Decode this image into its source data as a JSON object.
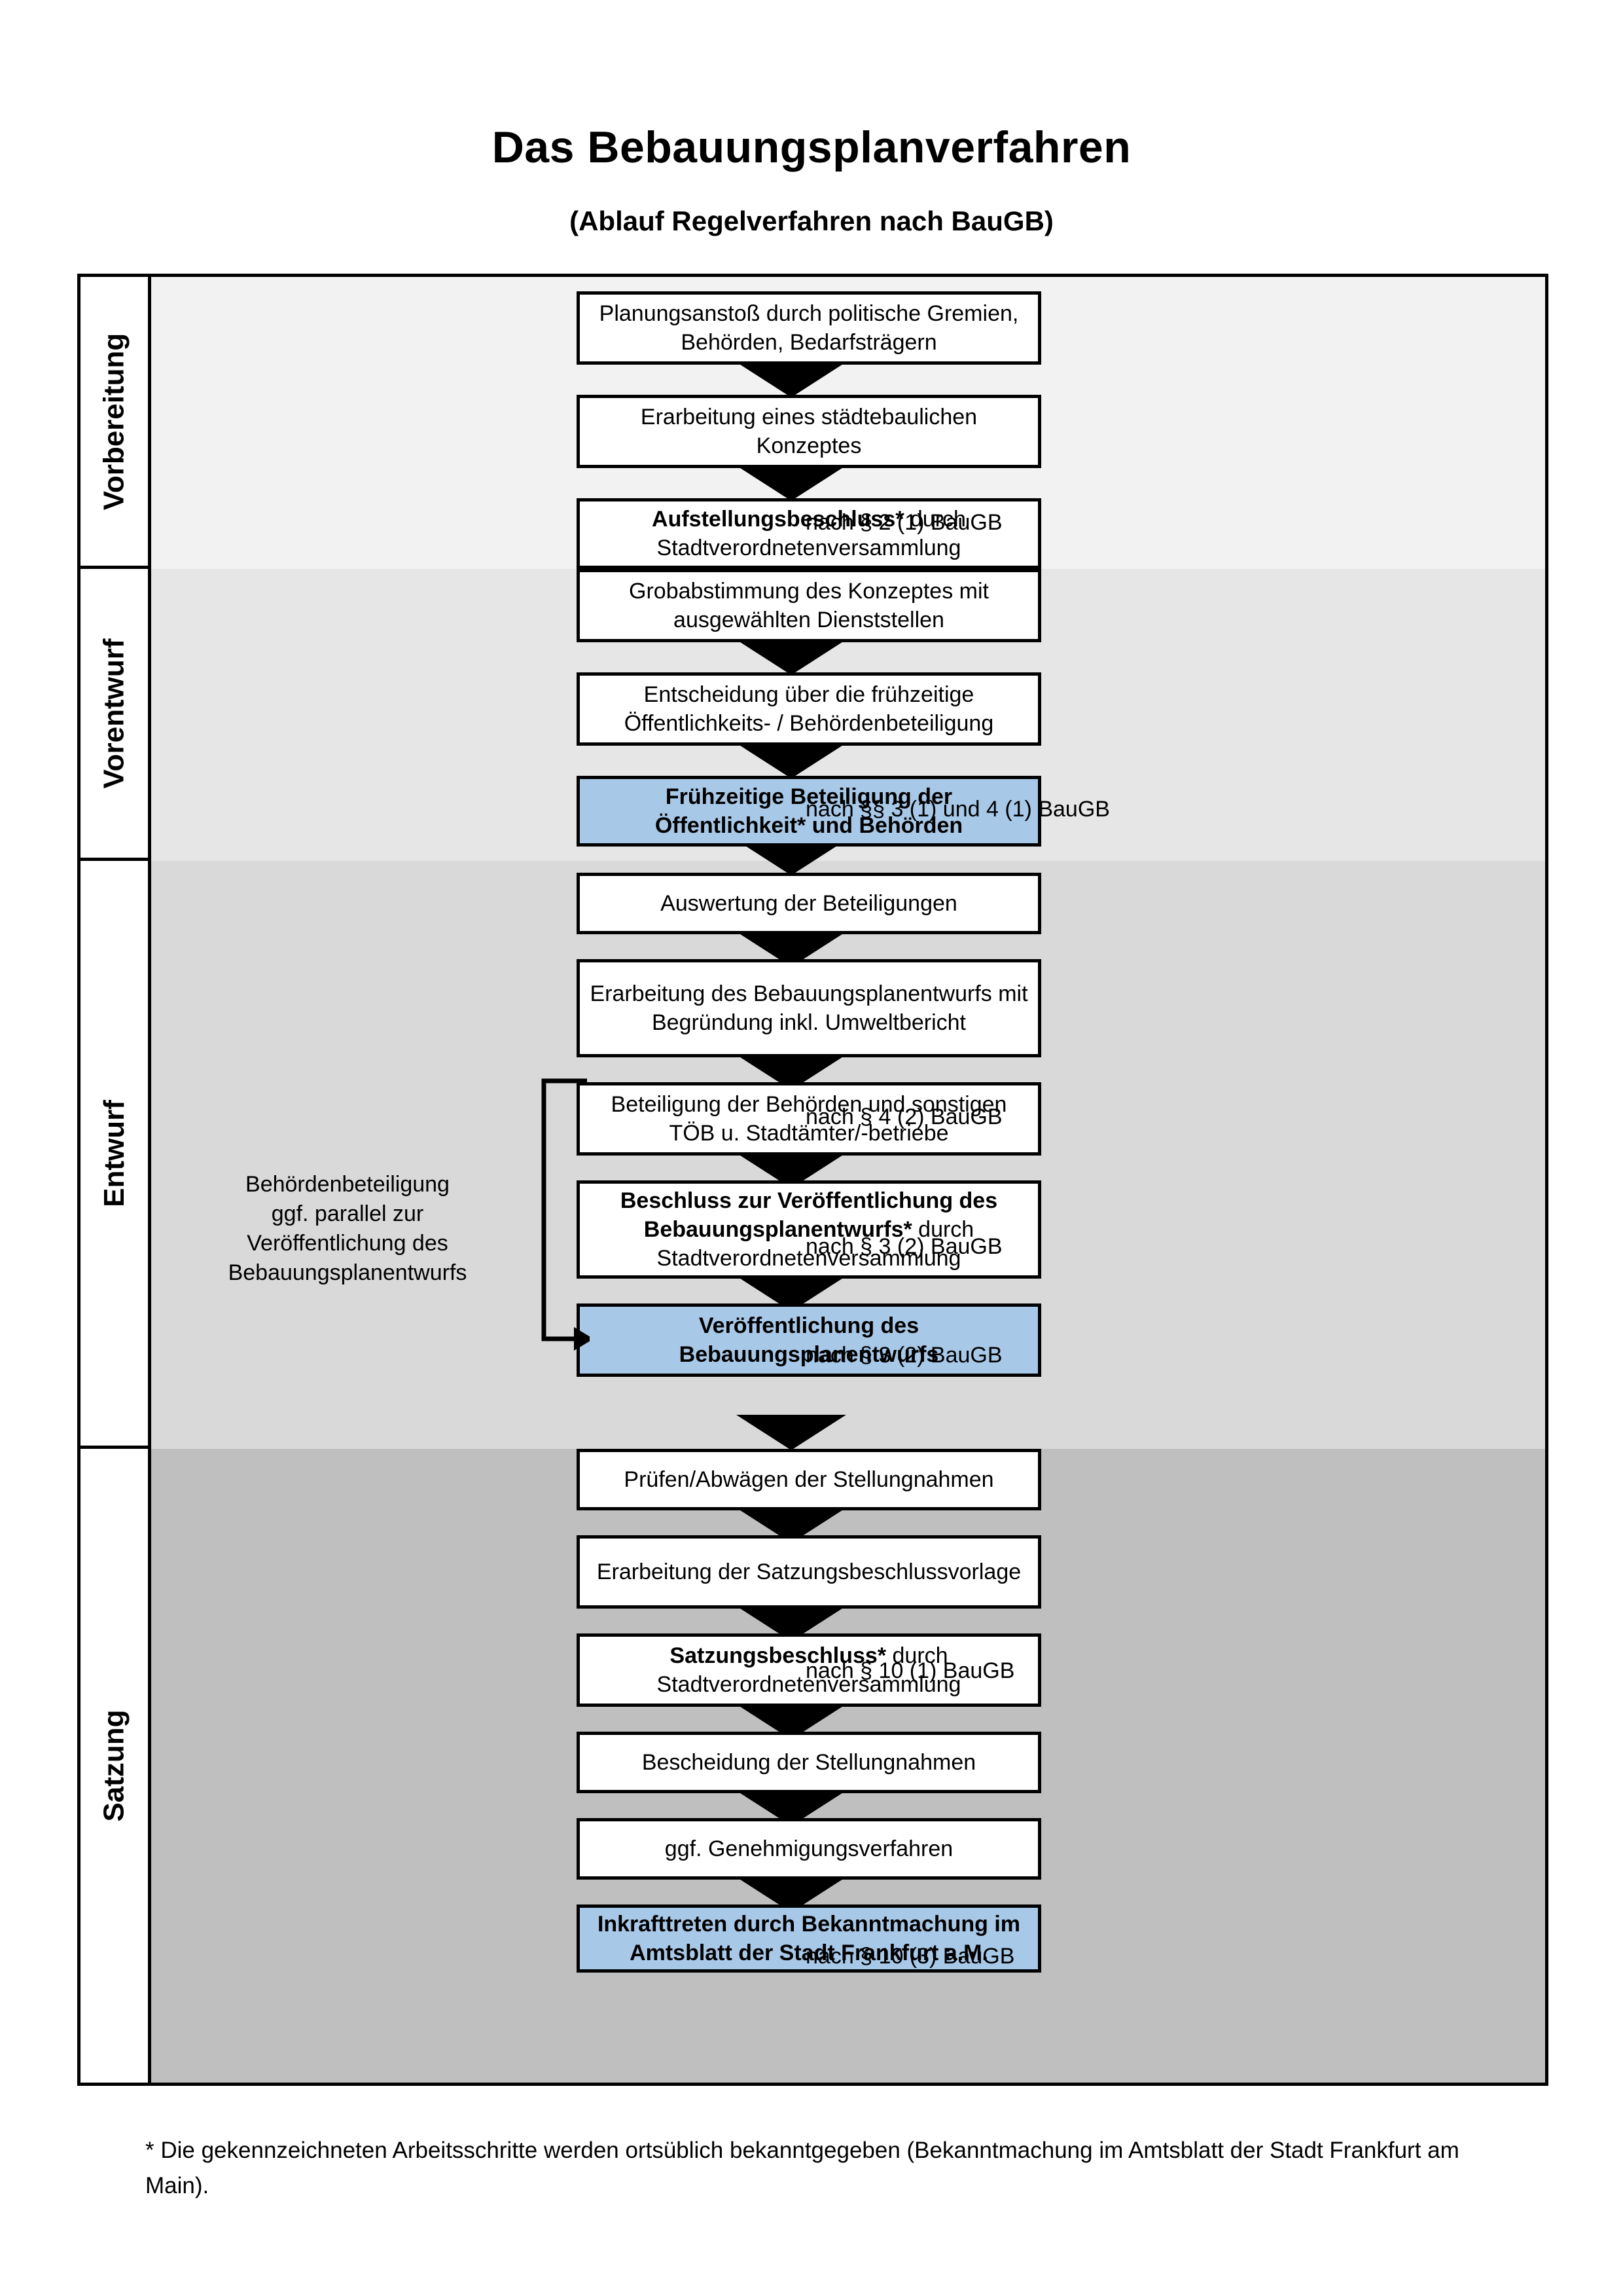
{
  "header": {
    "title": "Das Bebauungsplanverfahren",
    "subtitle": "(Ablauf Regelverfahren nach BauGB)"
  },
  "phases": [
    {
      "label": "Vorbereitung",
      "band_color": "#f2f2f2"
    },
    {
      "label": "Vorentwurf",
      "band_color": "#e6e6e6"
    },
    {
      "label": "Entwurf",
      "band_color": "#d9d9d9"
    },
    {
      "label": "Satzung",
      "band_color": "#bfbfbf"
    }
  ],
  "steps": [
    {
      "id": "s1",
      "phase": "Vorbereitung",
      "text": "Planungsanstoß durch politische Gremien, Behörden, Bedarfsträgern",
      "highlight": false
    },
    {
      "id": "s2",
      "phase": "Vorbereitung",
      "text": "Erarbeitung eines städtebaulichen Konzeptes",
      "highlight": false
    },
    {
      "id": "s3",
      "phase": "Vorbereitung",
      "text": "Aufstellungsbeschluss* durch Stadtverordnetenversammlung",
      "bold_prefix": "Aufstellungsbeschluss*",
      "rest": " durch Stadtverordnetenversammlung",
      "highlight": false
    },
    {
      "id": "s4",
      "phase": "Vorentwurf",
      "text": "Grobabstimmung des Konzeptes mit ausgewählten Dienststellen",
      "highlight": false
    },
    {
      "id": "s5",
      "phase": "Vorentwurf",
      "text": "Entscheidung über die frühzeitige Öffentlichkeits- / Behördenbeteiligung",
      "highlight": false
    },
    {
      "id": "s6",
      "phase": "Vorentwurf",
      "text": "Frühzeitige Beteiligung der Öffentlichkeit* und Behörden",
      "highlight": true
    },
    {
      "id": "s7",
      "phase": "Entwurf",
      "text": "Auswertung der Beteiligungen",
      "highlight": false
    },
    {
      "id": "s8",
      "phase": "Entwurf",
      "text": "Erarbeitung des Bebauungsplanentwurfs mit Begründung inkl. Umweltbericht",
      "highlight": false
    },
    {
      "id": "s9",
      "phase": "Entwurf",
      "text": "Beteiligung der Behörden und sonstigen TÖB u. Stadtämter/-betriebe",
      "highlight": false
    },
    {
      "id": "s10",
      "phase": "Entwurf",
      "text": "Beschluss zur Veröffentlichung des Bebauungsplanentwurfs* durch Stadtverordnetenversammlung",
      "bold_prefix": "Beschluss zur Veröffentlichung des Bebauungsplanentwurfs*",
      "rest": " durch Stadtverordnetenversammlung",
      "highlight": false
    },
    {
      "id": "s11",
      "phase": "Entwurf",
      "text": "Veröffentlichung des Bebauungsplanentwurfs",
      "highlight": true
    },
    {
      "id": "s12",
      "phase": "Satzung",
      "text": "Prüfen/Abwägen der Stellungnahmen",
      "highlight": false
    },
    {
      "id": "s13",
      "phase": "Satzung",
      "text": "Erarbeitung der Satzungsbeschlussvorlage",
      "highlight": false
    },
    {
      "id": "s14",
      "phase": "Satzung",
      "text": "Satzungsbeschluss* durch Stadtverordnetenversammlung",
      "bold_prefix": "Satzungsbeschluss*",
      "rest": " durch Stadtverordnetenversammlung",
      "highlight": false
    },
    {
      "id": "s15",
      "phase": "Satzung",
      "text": "Bescheidung der Stellungnahmen",
      "highlight": false
    },
    {
      "id": "s16",
      "phase": "Satzung",
      "text": "ggf. Genehmigungsverfahren",
      "highlight": false
    },
    {
      "id": "s17",
      "phase": "Satzung",
      "text": "Inkrafttreten durch Bekanntmachung im Amtsblatt der Stadt Frankfurt a.M.",
      "bold_prefix": "Inkrafttreten",
      "rest": " durch Bekanntmachung im Amtsblatt der Stadt Frankfurt a.M.",
      "highlight": true
    }
  ],
  "legal_refs": [
    {
      "id": "l1",
      "text": "nach § 2 (1) BauGB",
      "for": "s3"
    },
    {
      "id": "l2",
      "text": "nach §§ 3 (1) und 4 (1) BauGB",
      "for": "s6"
    },
    {
      "id": "l3",
      "text": "nach § 4 (2) BauGB",
      "for": "s9"
    },
    {
      "id": "l4",
      "text": "nach § 3 (2) BauGB",
      "for": "s10"
    },
    {
      "id": "l5",
      "text": "nach § 3 (2) BauGB",
      "for": "s11"
    },
    {
      "id": "l6",
      "text": "nach § 10 (1) BauGB",
      "for": "s14"
    },
    {
      "id": "l7",
      "text": "nach § 10 (3) BauGB",
      "for": "s17"
    }
  ],
  "side_note": {
    "line1": "Behördenbeteiligung",
    "line2": "ggf. parallel zur",
    "line3": "Veröffentlichung des",
    "line4": "Bebauungsplanentwurfs"
  },
  "footnote": {
    "text": "* Die gekennzeichneten Arbeitsschritte werden ortsüblich bekanntgegeben (Bekanntmachung im Amtsblatt  der Stadt Frankfurt am Main)."
  },
  "colors": {
    "highlight_blue": "#a8c8e8",
    "border": "#000000",
    "band1": "#f2f2f2",
    "band2": "#e6e6e6",
    "band3": "#d9d9d9",
    "band4": "#bfbfbf"
  }
}
